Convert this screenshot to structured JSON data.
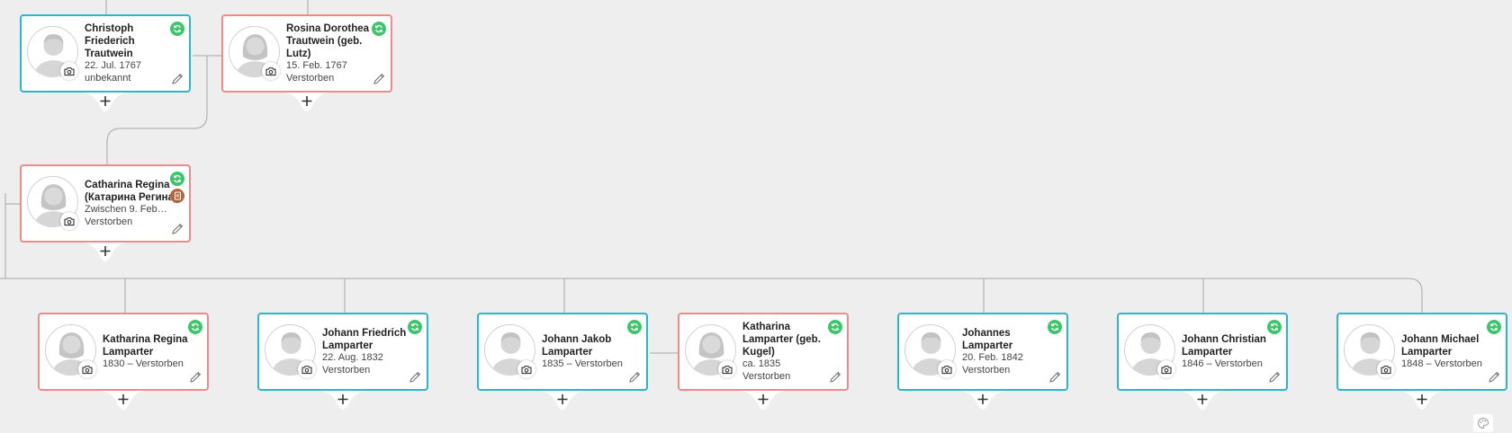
{
  "people": [
    {
      "id": "p1",
      "name": "Christoph Friederich Trautwein",
      "lines": [
        "22. Jul. 1767",
        "unbekannt"
      ],
      "gender": "male",
      "icons": [
        "sync"
      ]
    },
    {
      "id": "p2",
      "name": "Rosina Dorothea Trautwein (geb. Lutz)",
      "lines": [
        "15. Feb. 1767",
        "Verstorben"
      ],
      "gender": "female",
      "icons": [
        "sync"
      ]
    },
    {
      "id": "p3",
      "name": "Catharina Regina (Катарина Регина)",
      "lines": [
        "Zwischen 9. Feb…",
        "Verstorben"
      ],
      "gender": "female",
      "icons": [
        "sync",
        "document"
      ]
    },
    {
      "id": "p4",
      "name": "Katharina Regina Lamparter",
      "lines": [
        "1830 – Verstorben"
      ],
      "gender": "female",
      "icons": [
        "sync"
      ]
    },
    {
      "id": "p5",
      "name": "Johann Friedrich Lamparter",
      "lines": [
        "22. Aug. 1832",
        "Verstorben"
      ],
      "gender": "male",
      "icons": [
        "sync"
      ]
    },
    {
      "id": "p6",
      "name": "Johann Jakob Lamparter",
      "lines": [
        "1835 – Verstorben"
      ],
      "gender": "male",
      "icons": [
        "sync"
      ]
    },
    {
      "id": "p7",
      "name": "Katharina Lamparter (geb. Kugel)",
      "lines": [
        "ca. 1835",
        "Verstorben"
      ],
      "gender": "female",
      "icons": [
        "sync"
      ]
    },
    {
      "id": "p8",
      "name": "Johannes Lamparter",
      "lines": [
        "20. Feb. 1842",
        "Verstorben"
      ],
      "gender": "male",
      "icons": [
        "sync"
      ]
    },
    {
      "id": "p9",
      "name": "Johann Christian Lamparter",
      "lines": [
        "1846 – Verstorben"
      ],
      "gender": "male",
      "icons": [
        "sync"
      ]
    },
    {
      "id": "p10",
      "name": "Johann Michael Lamparter",
      "lines": [
        "1848 – Verstorben"
      ],
      "gender": "male",
      "icons": [
        "sync"
      ]
    }
  ],
  "icons": {
    "sync": "sync-icon",
    "document": "document-icon",
    "camera": "camera-icon",
    "edit": "pencil-icon",
    "add": "plus-icon",
    "palette": "palette-icon"
  },
  "colors": {
    "male_border": "#27b7cf",
    "female_border": "#f08a8a",
    "sync": "#3cc56a",
    "document": "#b5653a",
    "connector": "#a6a6a6",
    "background": "#eeeeee"
  }
}
